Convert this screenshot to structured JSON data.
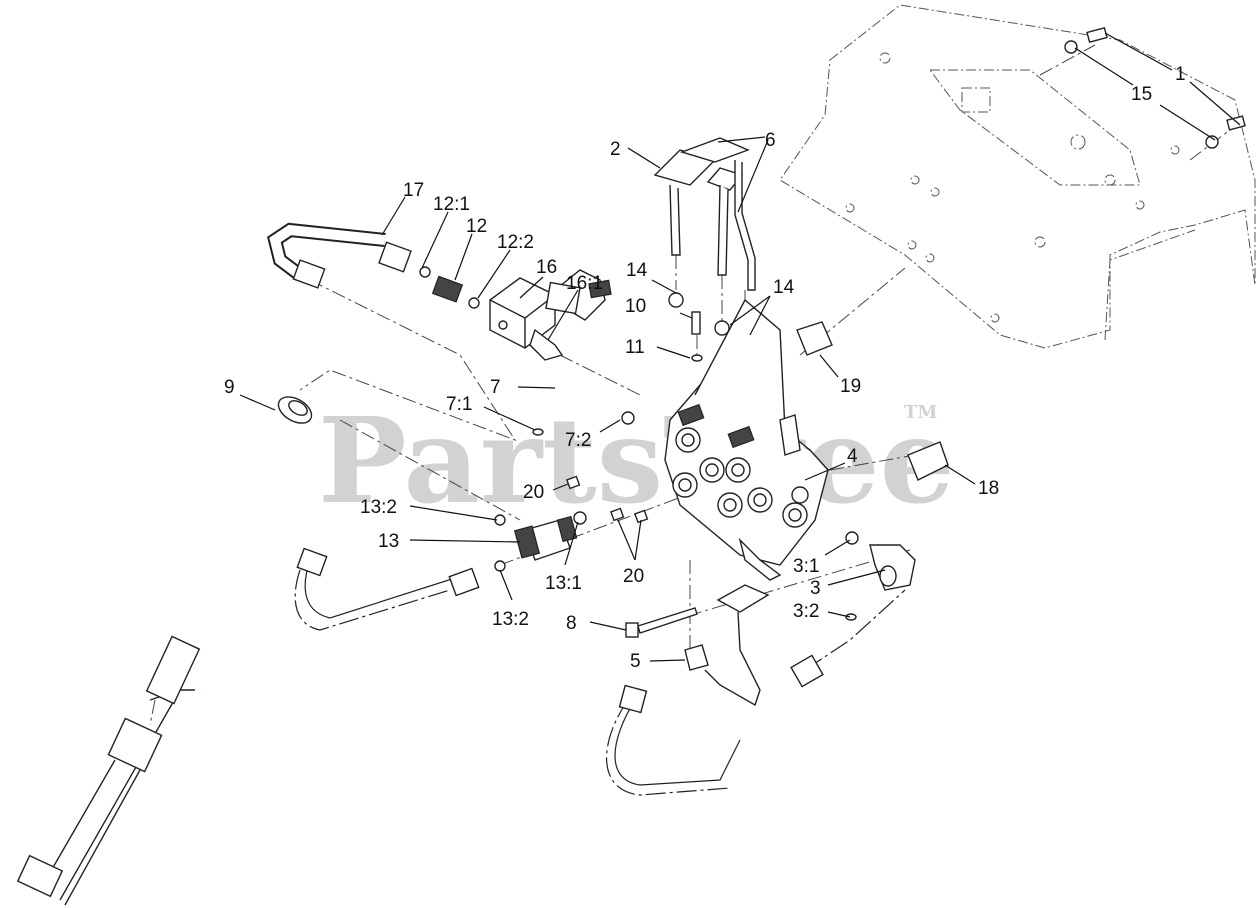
{
  "watermark": {
    "text": "PartsTree",
    "tm": "TM"
  },
  "callouts": [
    {
      "id": "c1",
      "label": "1"
    },
    {
      "id": "c15",
      "label": "15"
    },
    {
      "id": "c2",
      "label": "2"
    },
    {
      "id": "c6",
      "label": "6"
    },
    {
      "id": "c17",
      "label": "17"
    },
    {
      "id": "c12_1",
      "label": "12:1"
    },
    {
      "id": "c12",
      "label": "12"
    },
    {
      "id": "c12_2",
      "label": "12:2"
    },
    {
      "id": "c16",
      "label": "16"
    },
    {
      "id": "c16_1",
      "label": "16:1"
    },
    {
      "id": "c14a",
      "label": "14"
    },
    {
      "id": "c14b",
      "label": "14"
    },
    {
      "id": "c10",
      "label": "10"
    },
    {
      "id": "c11",
      "label": "11"
    },
    {
      "id": "c19",
      "label": "19"
    },
    {
      "id": "c9",
      "label": "9"
    },
    {
      "id": "c7",
      "label": "7"
    },
    {
      "id": "c7_1",
      "label": "7:1"
    },
    {
      "id": "c7_2",
      "label": "7:2"
    },
    {
      "id": "c4",
      "label": "4"
    },
    {
      "id": "c18",
      "label": "18"
    },
    {
      "id": "c20a",
      "label": "20"
    },
    {
      "id": "c13_2a",
      "label": "13:2"
    },
    {
      "id": "c13",
      "label": "13"
    },
    {
      "id": "c13_1",
      "label": "13:1"
    },
    {
      "id": "c20b",
      "label": "20"
    },
    {
      "id": "c13_2b",
      "label": "13:2"
    },
    {
      "id": "c3_1",
      "label": "3:1"
    },
    {
      "id": "c3",
      "label": "3"
    },
    {
      "id": "c3_2",
      "label": "3:2"
    },
    {
      "id": "c8",
      "label": "8"
    },
    {
      "id": "c5",
      "label": "5"
    }
  ]
}
